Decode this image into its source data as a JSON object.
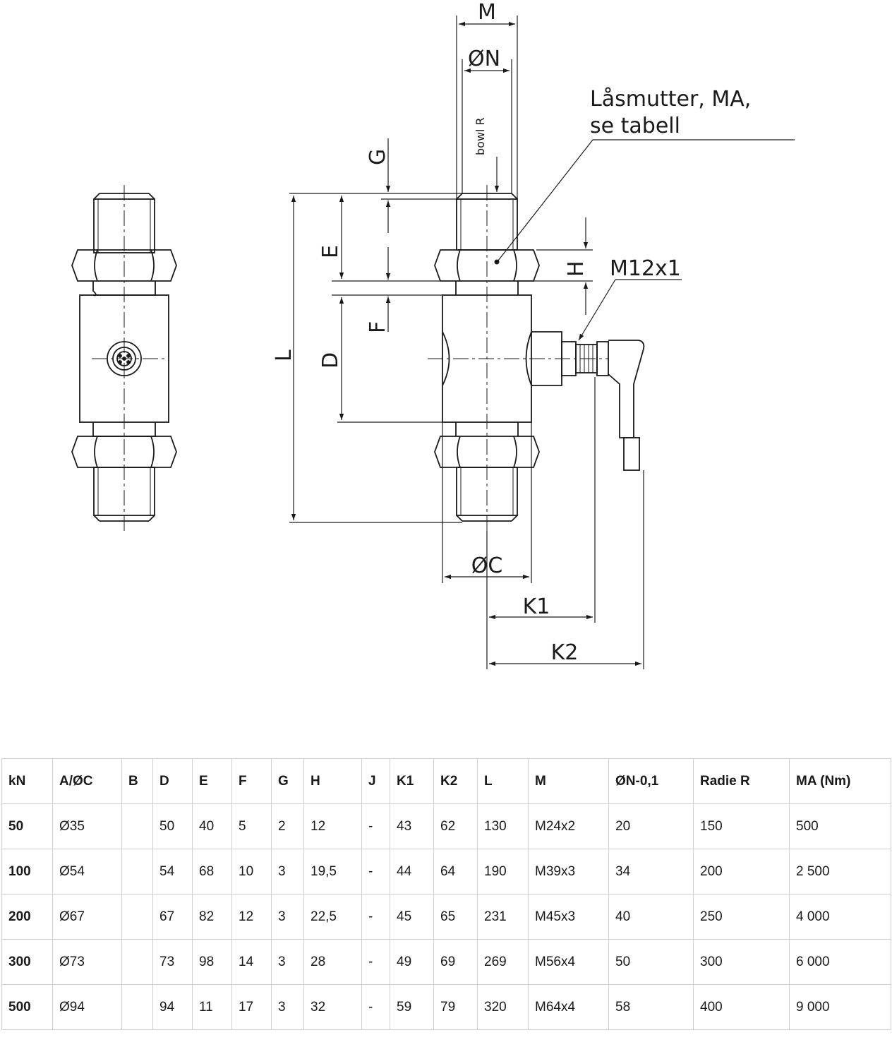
{
  "drawing": {
    "labels": {
      "M": "M",
      "N": "ØN",
      "bowl": "bowl R",
      "G": "G",
      "E": "E",
      "F": "F",
      "H": "H",
      "L": "L",
      "D": "D",
      "C": "ØC",
      "K1": "K1",
      "K2": "K2",
      "M12": "M12x1",
      "nut_line1": "Låsmutter, MA,",
      "nut_line2": "se tabell"
    }
  },
  "table": {
    "headers": [
      "kN",
      "A/ØC",
      "B",
      "D",
      "E",
      "F",
      "G",
      "H",
      "J",
      "K1",
      "K2",
      "L",
      "M",
      "ØN-0,1",
      "Radie R",
      "MA (Nm)"
    ],
    "rows": [
      [
        "50",
        "Ø35",
        "",
        "50",
        "40",
        "5",
        "2",
        "12",
        "-",
        "43",
        "62",
        "130",
        "M24x2",
        "20",
        "150",
        "500"
      ],
      [
        "100",
        "Ø54",
        "",
        "54",
        "68",
        "10",
        "3",
        "19,5",
        "-",
        "44",
        "64",
        "190",
        "M39x3",
        "34",
        "200",
        "2 500"
      ],
      [
        "200",
        "Ø67",
        "",
        "67",
        "82",
        "12",
        "3",
        "22,5",
        "-",
        "45",
        "65",
        "231",
        "M45x3",
        "40",
        "250",
        "4 000"
      ],
      [
        "300",
        "Ø73",
        "",
        "73",
        "98",
        "14",
        "3",
        "28",
        "-",
        "49",
        "69",
        "269",
        "M56x4",
        "50",
        "300",
        "6 000"
      ],
      [
        "500",
        "Ø94",
        "",
        "94",
        "11",
        "17",
        "3",
        "32",
        "-",
        "59",
        "79",
        "320",
        "M64x4",
        "58",
        "400",
        "9 000"
      ]
    ]
  }
}
